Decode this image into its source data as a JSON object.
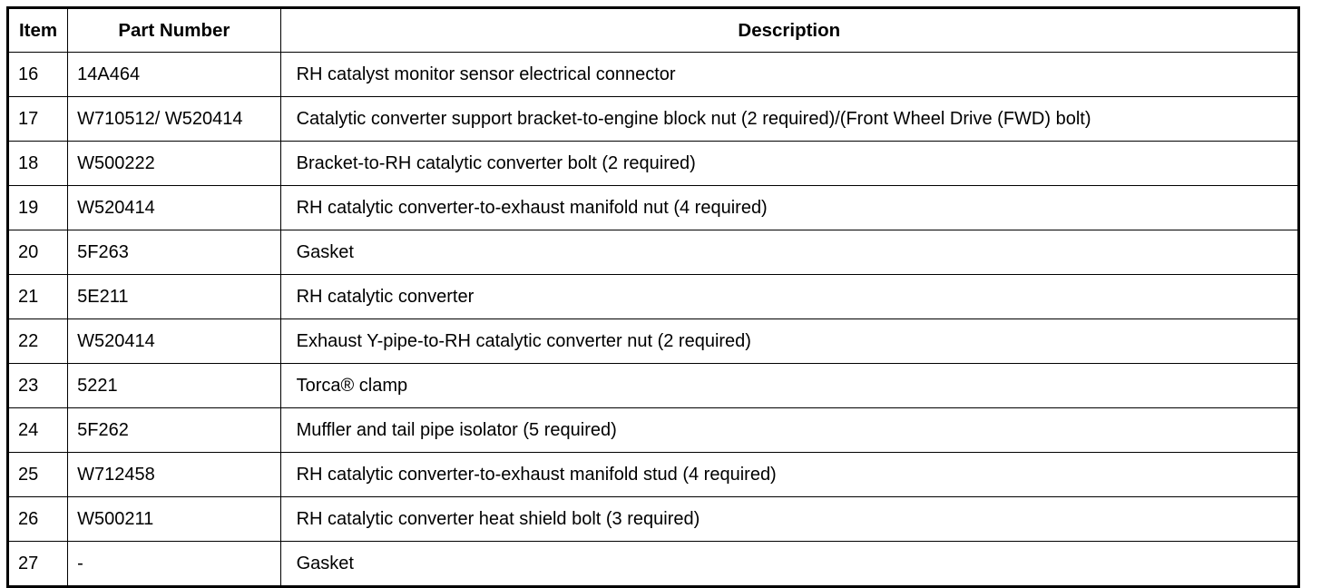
{
  "table": {
    "name": "exhaust-system-parts-list",
    "columns": [
      {
        "key": "item",
        "label": "Item"
      },
      {
        "key": "part_number",
        "label": "Part Number"
      },
      {
        "key": "description",
        "label": "Description"
      }
    ],
    "rows": [
      {
        "item": "16",
        "part_number": "14A464",
        "description": "RH catalyst monitor sensor electrical connector"
      },
      {
        "item": "17",
        "part_number": "W710512/ W520414",
        "description": "Catalytic converter support bracket-to-engine block nut (2 required)/(Front Wheel Drive (FWD) bolt)"
      },
      {
        "item": "18",
        "part_number": "W500222",
        "description": "Bracket-to-RH catalytic converter bolt (2 required)"
      },
      {
        "item": "19",
        "part_number": "W520414",
        "description": "RH catalytic converter-to-exhaust manifold nut (4 required)"
      },
      {
        "item": "20",
        "part_number": "5F263",
        "description": "Gasket"
      },
      {
        "item": "21",
        "part_number": "5E211",
        "description": "RH catalytic converter"
      },
      {
        "item": "22",
        "part_number": "W520414",
        "description": "Exhaust Y-pipe-to-RH catalytic converter nut (2 required)"
      },
      {
        "item": "23",
        "part_number": "5221",
        "description": "Torca® clamp"
      },
      {
        "item": "24",
        "part_number": "5F262",
        "description": "Muffler and tail pipe isolator (5 required)"
      },
      {
        "item": "25",
        "part_number": "W712458",
        "description": "RH catalytic converter-to-exhaust manifold stud (4 required)"
      },
      {
        "item": "26",
        "part_number": "W500211",
        "description": "RH catalytic converter heat shield bolt (3 required)"
      },
      {
        "item": "27",
        "part_number": "-",
        "description": "Gasket"
      }
    ]
  },
  "colors": {
    "border": "#000000",
    "text": "#000000",
    "background": "#ffffff"
  }
}
